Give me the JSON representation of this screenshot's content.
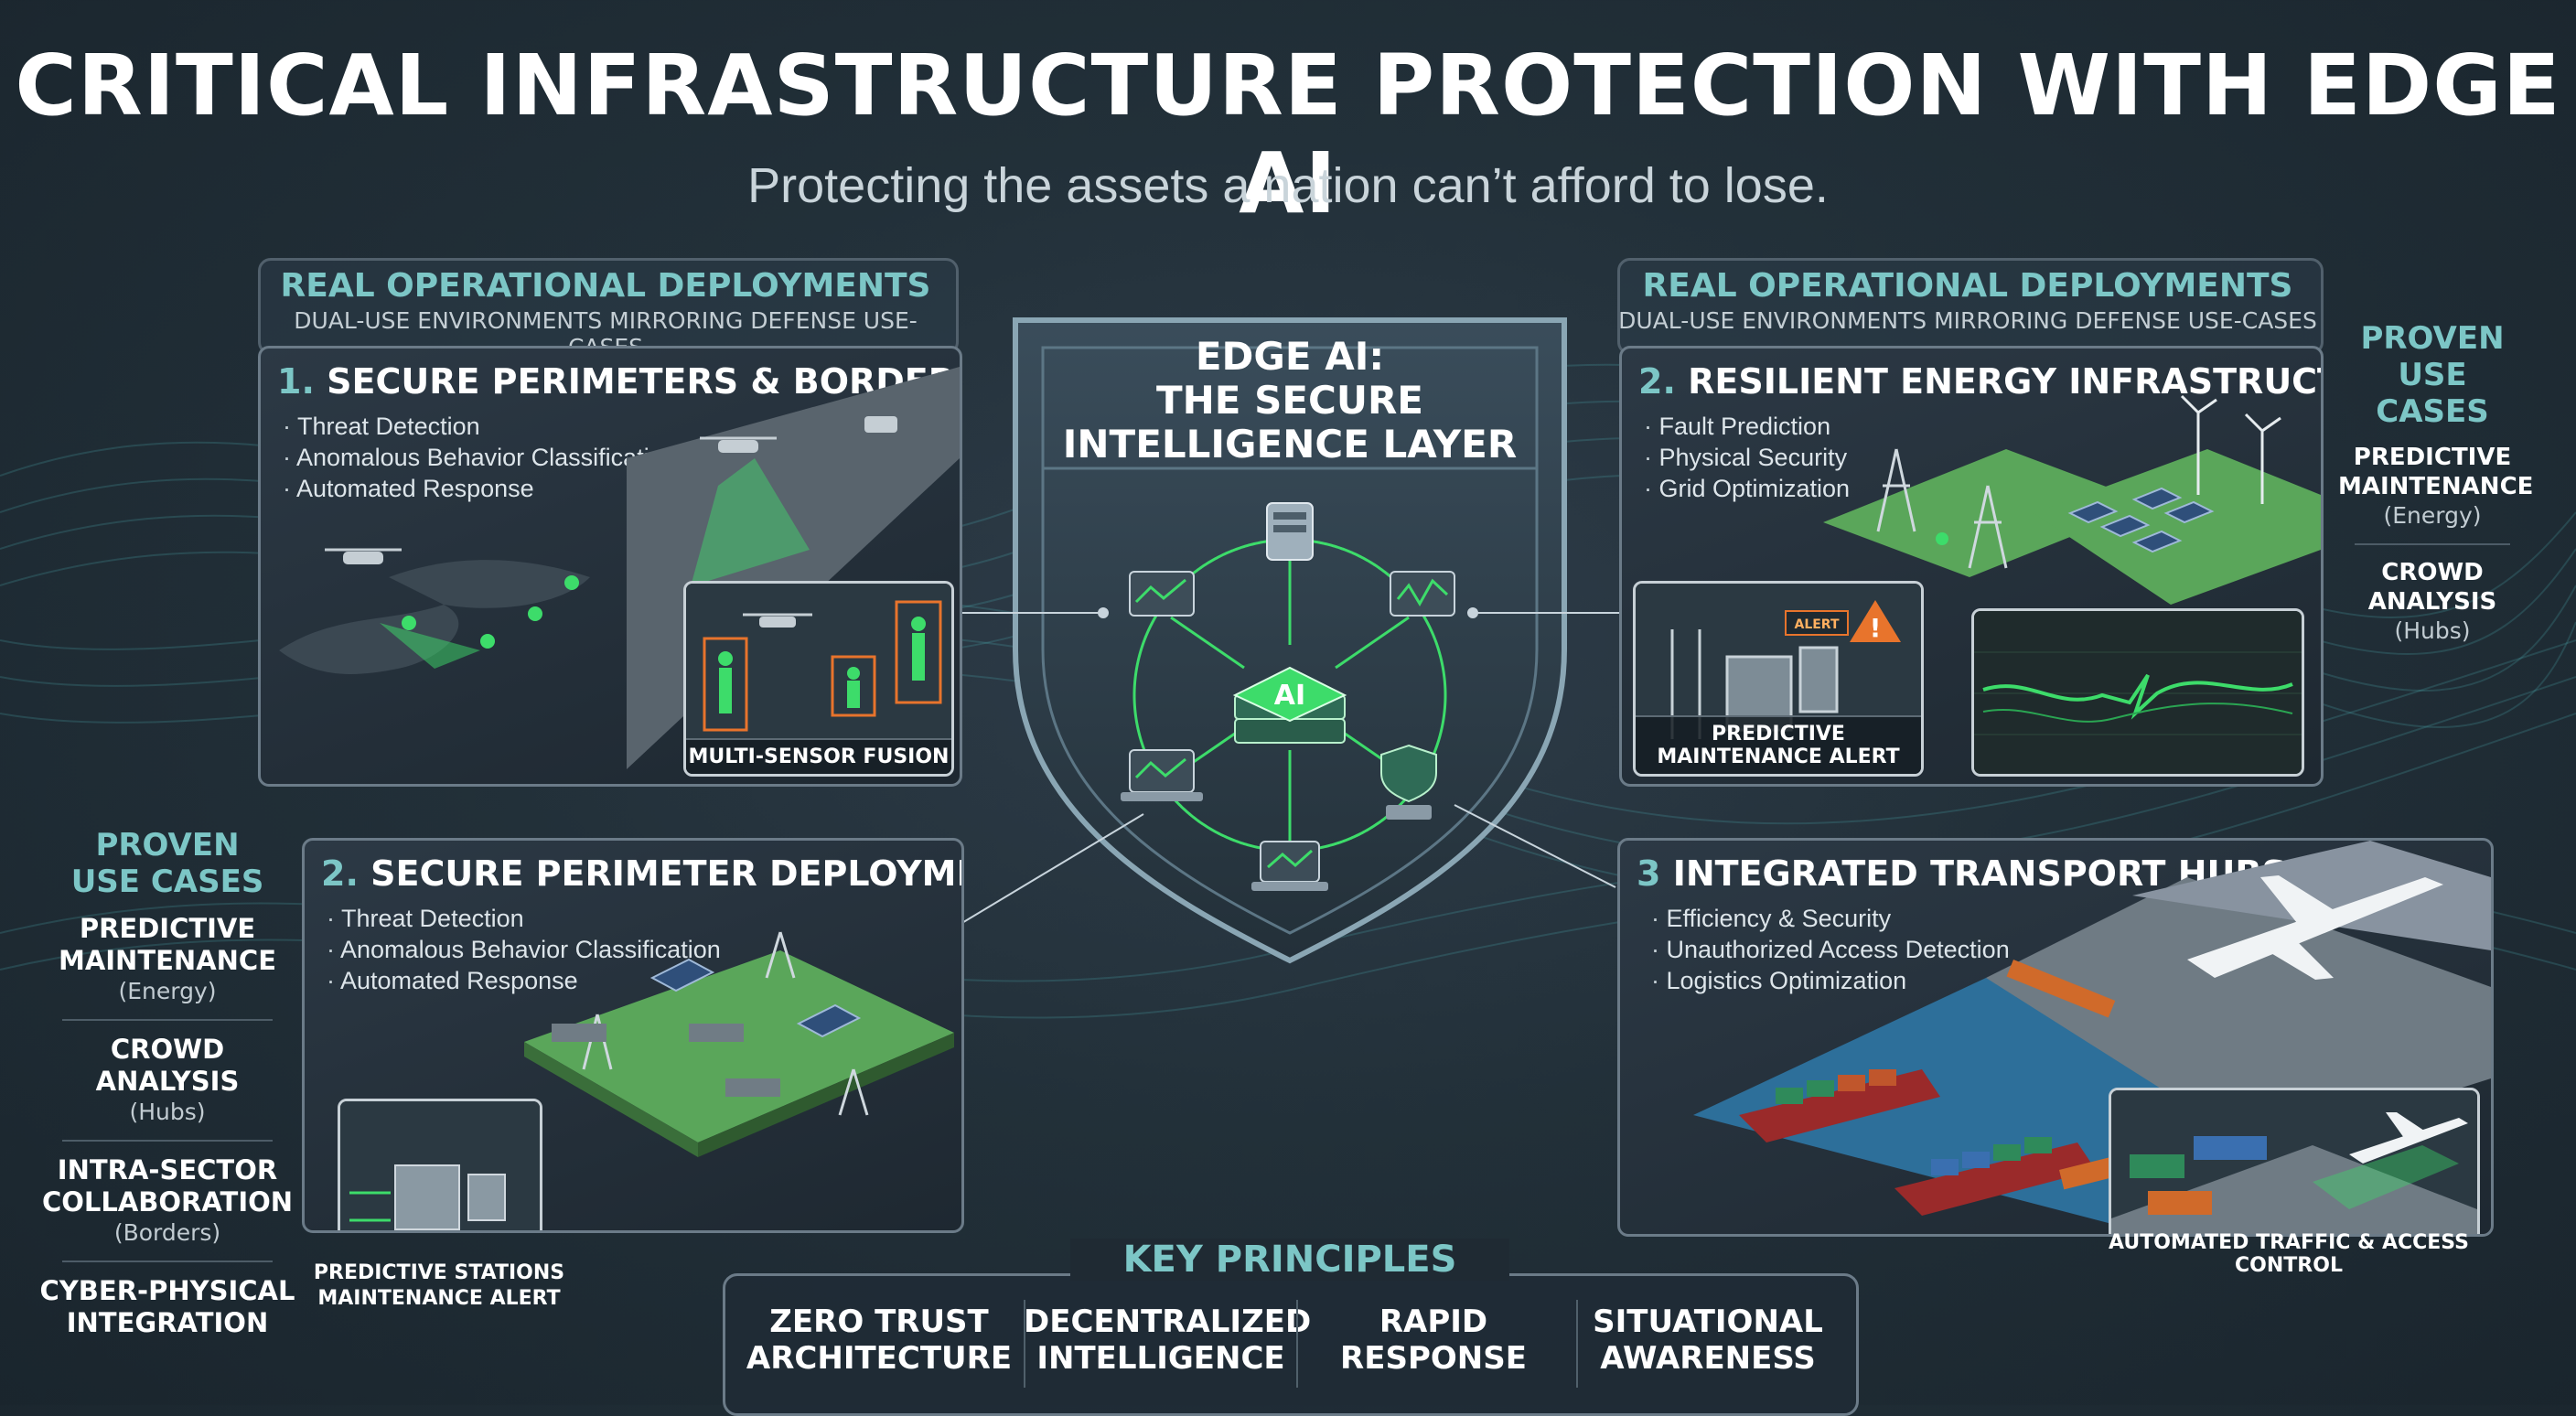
{
  "title": "CRITICAL INFRASTRUCTURE PROTECTION WITH EDGE AI",
  "subtitle": "Protecting the assets a nation can’t afford to lose.",
  "left_group": {
    "heading": "REAL OPERATIONAL DEPLOYMENTS",
    "subheading": "DUAL-USE ENVIRONMENTS MIRRORING DEFENSE USE-CASES"
  },
  "right_group": {
    "heading": "REAL OPERATIONAL DEPLOYMENTS",
    "subheading": "DUAL-USE ENVIRONMENTS MIRRORING DEFENSE USE-CASES"
  },
  "panels": {
    "perimeters": {
      "number": "1.",
      "title": "SECURE PERIMETERS & BORDERS",
      "bullets": [
        "Threat Detection",
        "Anomalous Behavior Classification",
        "Automated Response"
      ],
      "inset_caption": "MULTI-SENSOR FUSION"
    },
    "energy": {
      "number": "2.",
      "title": "RESILIENT ENERGY INFRASTRUCTURE",
      "bullets": [
        "Fault Prediction",
        "Physical Security",
        "Grid Optimization"
      ],
      "inset_caption": "PREDICTIVE MAINTENANCE ALERT",
      "alert_label": "ALERT"
    },
    "perimeter_deploy": {
      "number": "2.",
      "title": "SECURE PERIMETER DEPLOYMENTS",
      "bullets": [
        "Threat Detection",
        "Anomalous Behavior Classification",
        "Automated Response"
      ],
      "inset_caption_1": "PREDICTIVE STATIONS",
      "inset_caption_2": "MAINTENANCE ALERT"
    },
    "transport": {
      "number": "3",
      "title": "INTEGRATED TRANSPORT HUBS",
      "bullets": [
        "Efficiency & Security",
        "Unauthorized Access Detection",
        "Logistics Optimization"
      ],
      "inset_caption": "AUTOMATED TRAFFIC & ACCESS CONTROL"
    }
  },
  "shield": {
    "title_line1": "EDGE AI:",
    "title_line2": "THE SECURE",
    "title_line3": "INTELLIGENCE LAYER",
    "core_label": "AI"
  },
  "left_sidebar": {
    "heading_line1": "PROVEN",
    "heading_line2": "USE CASES",
    "items": [
      {
        "line1": "PREDICTIVE",
        "line2": "MAINTENANCE",
        "note": "(Energy)"
      },
      {
        "line1": "CROWD ANALYSIS",
        "line2": "",
        "note": "(Hubs)"
      },
      {
        "line1": "INTRA-SECTOR",
        "line2": "COLLABORATION",
        "note": "(Borders)"
      },
      {
        "line1": "CYBER-PHYSICAL",
        "line2": "INTEGRATION",
        "note": ""
      }
    ]
  },
  "right_sidebar": {
    "heading_line1": "PROVEN",
    "heading_line2": "USE CASES",
    "items": [
      {
        "line1": "PREDICTIVE",
        "line2": "MAINTENANCE",
        "note": "(Energy)"
      },
      {
        "line1": "CROWD",
        "line2": "ANALYSIS",
        "note": "(Hubs)"
      }
    ]
  },
  "key_principles": {
    "heading": "KEY PRINCIPLES",
    "items": [
      {
        "line1": "ZERO TRUST",
        "line2": "ARCHITECTURE"
      },
      {
        "line1": "DECENTRALIZED",
        "line2": "INTELLIGENCE"
      },
      {
        "line1": "RAPID",
        "line2": "RESPONSE"
      },
      {
        "line1": "SITUATIONAL",
        "line2": "AWARENESS"
      }
    ]
  },
  "colors": {
    "accent_teal": "#7cc6c6",
    "accent_green": "#3ddc6a",
    "alert_orange": "#e8742c",
    "background": "#223039"
  }
}
